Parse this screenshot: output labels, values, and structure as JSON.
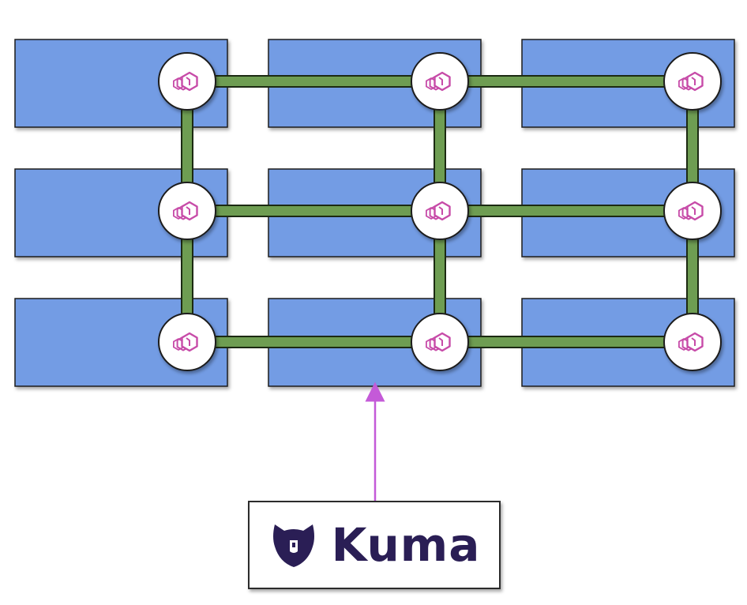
{
  "diagram": {
    "grid": {
      "rows": 3,
      "columns": 3
    },
    "node_icon": "envoy-proxy-icon",
    "links": {
      "horizontal": [
        [
          0,
          0,
          0,
          1
        ],
        [
          0,
          1,
          0,
          2
        ],
        [
          1,
          0,
          1,
          1
        ],
        [
          1,
          1,
          1,
          2
        ],
        [
          2,
          0,
          2,
          1
        ],
        [
          2,
          1,
          2,
          2
        ]
      ],
      "vertical": [
        [
          0,
          0,
          1,
          0
        ],
        [
          1,
          0,
          2,
          0
        ],
        [
          0,
          1,
          1,
          1
        ],
        [
          1,
          1,
          2,
          1
        ],
        [
          0,
          2,
          1,
          2
        ],
        [
          1,
          2,
          2,
          2
        ]
      ]
    },
    "colors": {
      "service_box": "#739ce4",
      "mesh_link": "#6e9d52",
      "proxy_icon": "#c74ba8",
      "control_arrow": "#c45ad8",
      "kuma_brand": "#2a1e55"
    }
  },
  "kuma": {
    "name": "Kuma",
    "logo_icon": "kuma-bear-logo-icon"
  }
}
